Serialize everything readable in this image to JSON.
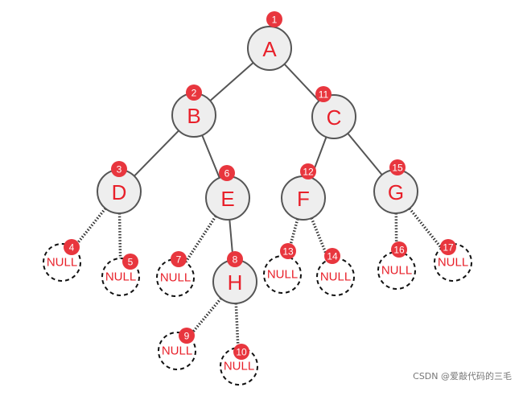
{
  "nodes": [
    {
      "id": "A",
      "label": "A",
      "badge": "1",
      "kind": "node"
    },
    {
      "id": "B",
      "label": "B",
      "badge": "2",
      "kind": "node"
    },
    {
      "id": "C",
      "label": "C",
      "badge": "11",
      "kind": "node"
    },
    {
      "id": "D",
      "label": "D",
      "badge": "3",
      "kind": "node"
    },
    {
      "id": "E",
      "label": "E",
      "badge": "6",
      "kind": "node"
    },
    {
      "id": "F",
      "label": "F",
      "badge": "12",
      "kind": "node"
    },
    {
      "id": "G",
      "label": "G",
      "badge": "15",
      "kind": "node"
    },
    {
      "id": "H",
      "label": "H",
      "badge": "8",
      "kind": "node"
    },
    {
      "id": "n4",
      "label": "NULL",
      "badge": "4",
      "kind": "null"
    },
    {
      "id": "n5",
      "label": "NULL",
      "badge": "5",
      "kind": "null"
    },
    {
      "id": "n7",
      "label": "NULL",
      "badge": "7",
      "kind": "null"
    },
    {
      "id": "n9",
      "label": "NULL",
      "badge": "9",
      "kind": "null"
    },
    {
      "id": "n10",
      "label": "NULL",
      "badge": "10",
      "kind": "null"
    },
    {
      "id": "n13",
      "label": "NULL",
      "badge": "13",
      "kind": "null"
    },
    {
      "id": "n14",
      "label": "NULL",
      "badge": "14",
      "kind": "null"
    },
    {
      "id": "n16",
      "label": "NULL",
      "badge": "16",
      "kind": "null"
    },
    {
      "id": "n17",
      "label": "NULL",
      "badge": "17",
      "kind": "null"
    }
  ],
  "edges": [
    {
      "from": "A",
      "to": "B",
      "style": "solid"
    },
    {
      "from": "A",
      "to": "C",
      "style": "solid"
    },
    {
      "from": "B",
      "to": "D",
      "style": "solid"
    },
    {
      "from": "B",
      "to": "E",
      "style": "solid"
    },
    {
      "from": "C",
      "to": "F",
      "style": "solid"
    },
    {
      "from": "C",
      "to": "G",
      "style": "solid"
    },
    {
      "from": "E",
      "to": "H",
      "style": "solid"
    },
    {
      "from": "D",
      "to": "n4",
      "style": "dotted"
    },
    {
      "from": "D",
      "to": "n5",
      "style": "dotted"
    },
    {
      "from": "E",
      "to": "n7",
      "style": "dotted"
    },
    {
      "from": "H",
      "to": "n9",
      "style": "dotted"
    },
    {
      "from": "H",
      "to": "n10",
      "style": "dotted"
    },
    {
      "from": "F",
      "to": "n13",
      "style": "dotted"
    },
    {
      "from": "F",
      "to": "n14",
      "style": "dotted"
    },
    {
      "from": "G",
      "to": "n16",
      "style": "dotted"
    },
    {
      "from": "G",
      "to": "n17",
      "style": "dotted"
    }
  ],
  "watermark": "CSDN @爱敲代码的三毛",
  "colors": {
    "node_fill": "#eeeeee",
    "node_stroke": "#555555",
    "label_red": "#e8202a",
    "badge_red": "#e8363e"
  }
}
